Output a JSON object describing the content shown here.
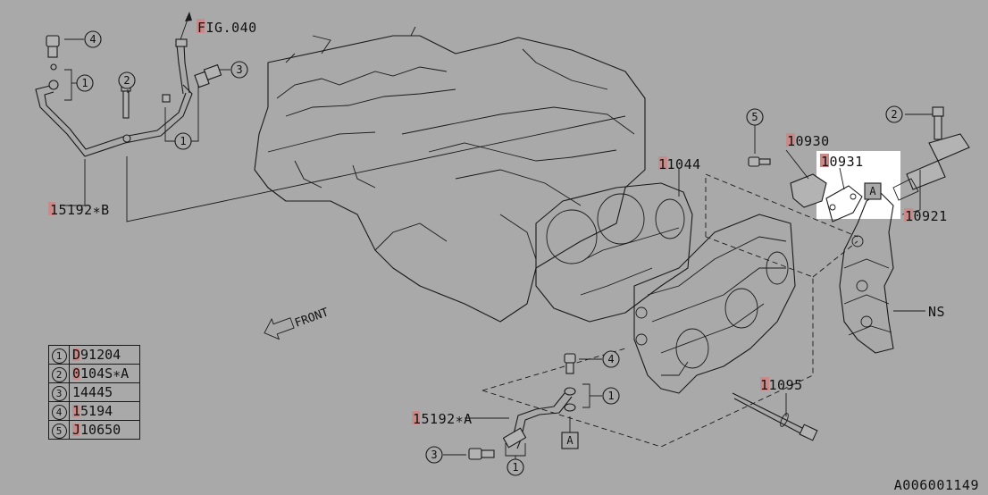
{
  "fig_reference": "FIG.040",
  "part_labels": {
    "p15192b": "15192∗B",
    "p15192a": "15192∗A",
    "p11044": "11044",
    "p10930": "10930",
    "p10931": "10931",
    "p10921": "10921",
    "p11095": "11095",
    "ns": "NS"
  },
  "ref_markers": [
    "A",
    "A"
  ],
  "callouts": [
    "1",
    "2",
    "3",
    "4",
    "5"
  ],
  "front_label": "FRONT",
  "legend": [
    {
      "num": "1",
      "code": "D91204"
    },
    {
      "num": "2",
      "code": "0104S∗A"
    },
    {
      "num": "3",
      "code": "14445"
    },
    {
      "num": "4",
      "code": "15194"
    },
    {
      "num": "5",
      "code": "J10650"
    }
  ],
  "catalog_id": "A006001149",
  "colors": {
    "background": "#a9a9a9",
    "highlight": "#c98a8a",
    "line": "#1a1a1a"
  }
}
